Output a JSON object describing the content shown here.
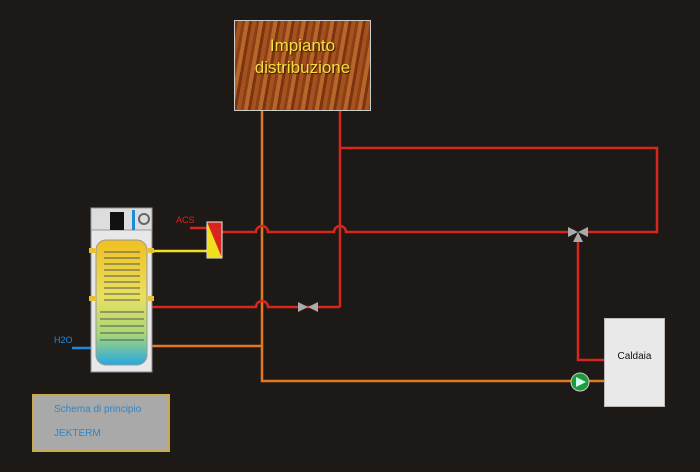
{
  "distribution": {
    "line1": "Impianto",
    "line2": "distribuzione"
  },
  "labels": {
    "acs": "ACS",
    "h2o": "H2O",
    "boiler": "Caldaia"
  },
  "legend": {
    "line1": "Schema di principio",
    "line2": "JEKTERM"
  },
  "colors": {
    "hot": "#d8261e",
    "return": "#e07a1e",
    "solar": "#f0e020",
    "cold": "#1e8ad8"
  }
}
